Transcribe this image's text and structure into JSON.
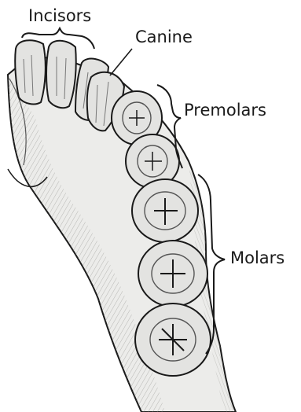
{
  "labels": {
    "incisors": "Incisors",
    "canine": "Canine",
    "premolars": "Premolars",
    "molars": "Molars"
  },
  "colors": {
    "ink": "#1a1a1a",
    "bone_light": "#ececea",
    "bone_shade": "#b9b9b6",
    "tooth_fill": "#e3e3e1"
  }
}
